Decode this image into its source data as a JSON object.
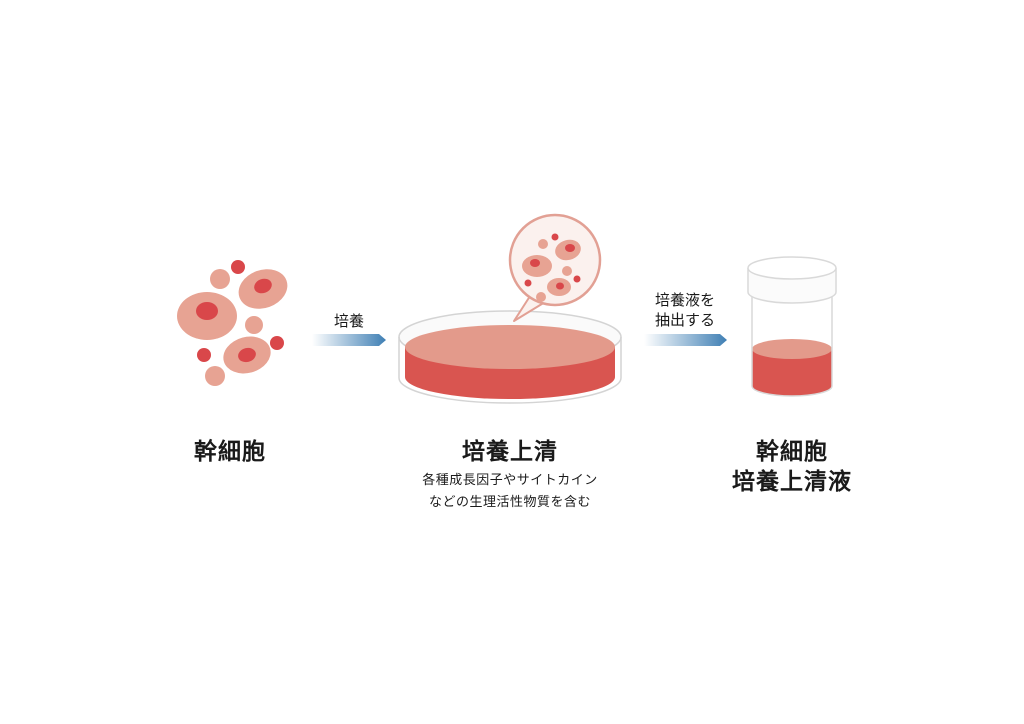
{
  "steps": {
    "stem_cells": {
      "title": "幹細胞"
    },
    "culture_supernatant": {
      "title": "培養上清",
      "desc_line1": "各種成長因子やサイトカイン",
      "desc_line2": "などの生理活性物質を含む"
    },
    "final_product": {
      "title_line1": "幹細胞",
      "title_line2": "培養上清液"
    }
  },
  "arrows": {
    "culture": {
      "label": "培養"
    },
    "extract": {
      "label_line1": "培養液を",
      "label_line2": "抽出する"
    }
  },
  "colors": {
    "cell_light": "#e7a393",
    "cell_nucleus": "#d9474a",
    "dish_medium": "#d95550",
    "dish_medium_top": "#e39a8b",
    "arrow_start": "#ffffff",
    "arrow_end": "#3f7fb4",
    "bubble_border": "#e2a094",
    "container_outline": "#d9d9d9"
  }
}
